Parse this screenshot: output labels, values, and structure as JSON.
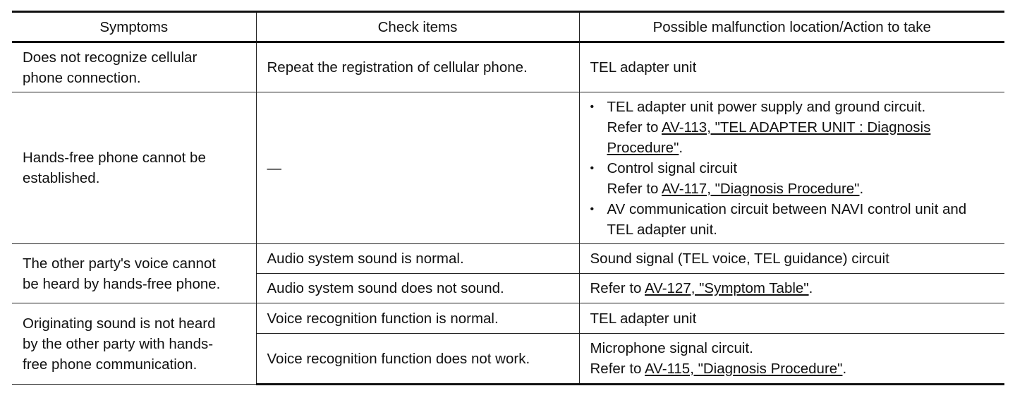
{
  "headers": {
    "symptoms": "Symptoms",
    "check_items": "Check items",
    "action": "Possible malfunction location/Action to take"
  },
  "rows": [
    {
      "symptom": [
        "Does not recognize cellular",
        "phone connection."
      ],
      "check": "Repeat the registration of cellular phone.",
      "action": "TEL adapter unit"
    },
    {
      "symptom": [
        "Hands-free phone cannot be",
        "established."
      ],
      "check": "—",
      "bullets": [
        {
          "bullet": "•",
          "text": "TEL adapter unit power supply and ground circuit.",
          "refer_prefix": "Refer to ",
          "link": "AV-113, \"TEL ADAPTER UNIT : Diagnosis Procedure\"",
          "suffix": "."
        },
        {
          "bullet": "•",
          "text": "Control signal circuit",
          "refer_prefix": "Refer to ",
          "link": "AV-117, \"Diagnosis Procedure\"",
          "suffix": "."
        },
        {
          "bullet": "•",
          "text": "AV communication circuit between NAVI control unit and TEL adapter unit."
        }
      ]
    },
    {
      "symptom": [
        "The other party's voice cannot",
        "be heard by hands-free phone."
      ],
      "checks": [
        {
          "check": "Audio system sound is normal.",
          "action": "Sound signal (TEL voice, TEL guidance) circuit"
        },
        {
          "check": "Audio system sound does not sound.",
          "refer_prefix": "Refer to ",
          "link": "AV-127, \"Symptom Table\"",
          "suffix": "."
        }
      ]
    },
    {
      "symptom": [
        "Originating sound is not heard",
        "by the other party with hands-",
        "free phone communication."
      ],
      "checks": [
        {
          "check": "Voice recognition function is normal.",
          "action": "TEL adapter unit"
        },
        {
          "check": "Voice recognition function does not work.",
          "action": "Microphone signal circuit.",
          "refer_prefix": "Refer to ",
          "link": "AV-115, \"Diagnosis Procedure\"",
          "suffix": "."
        }
      ]
    }
  ]
}
